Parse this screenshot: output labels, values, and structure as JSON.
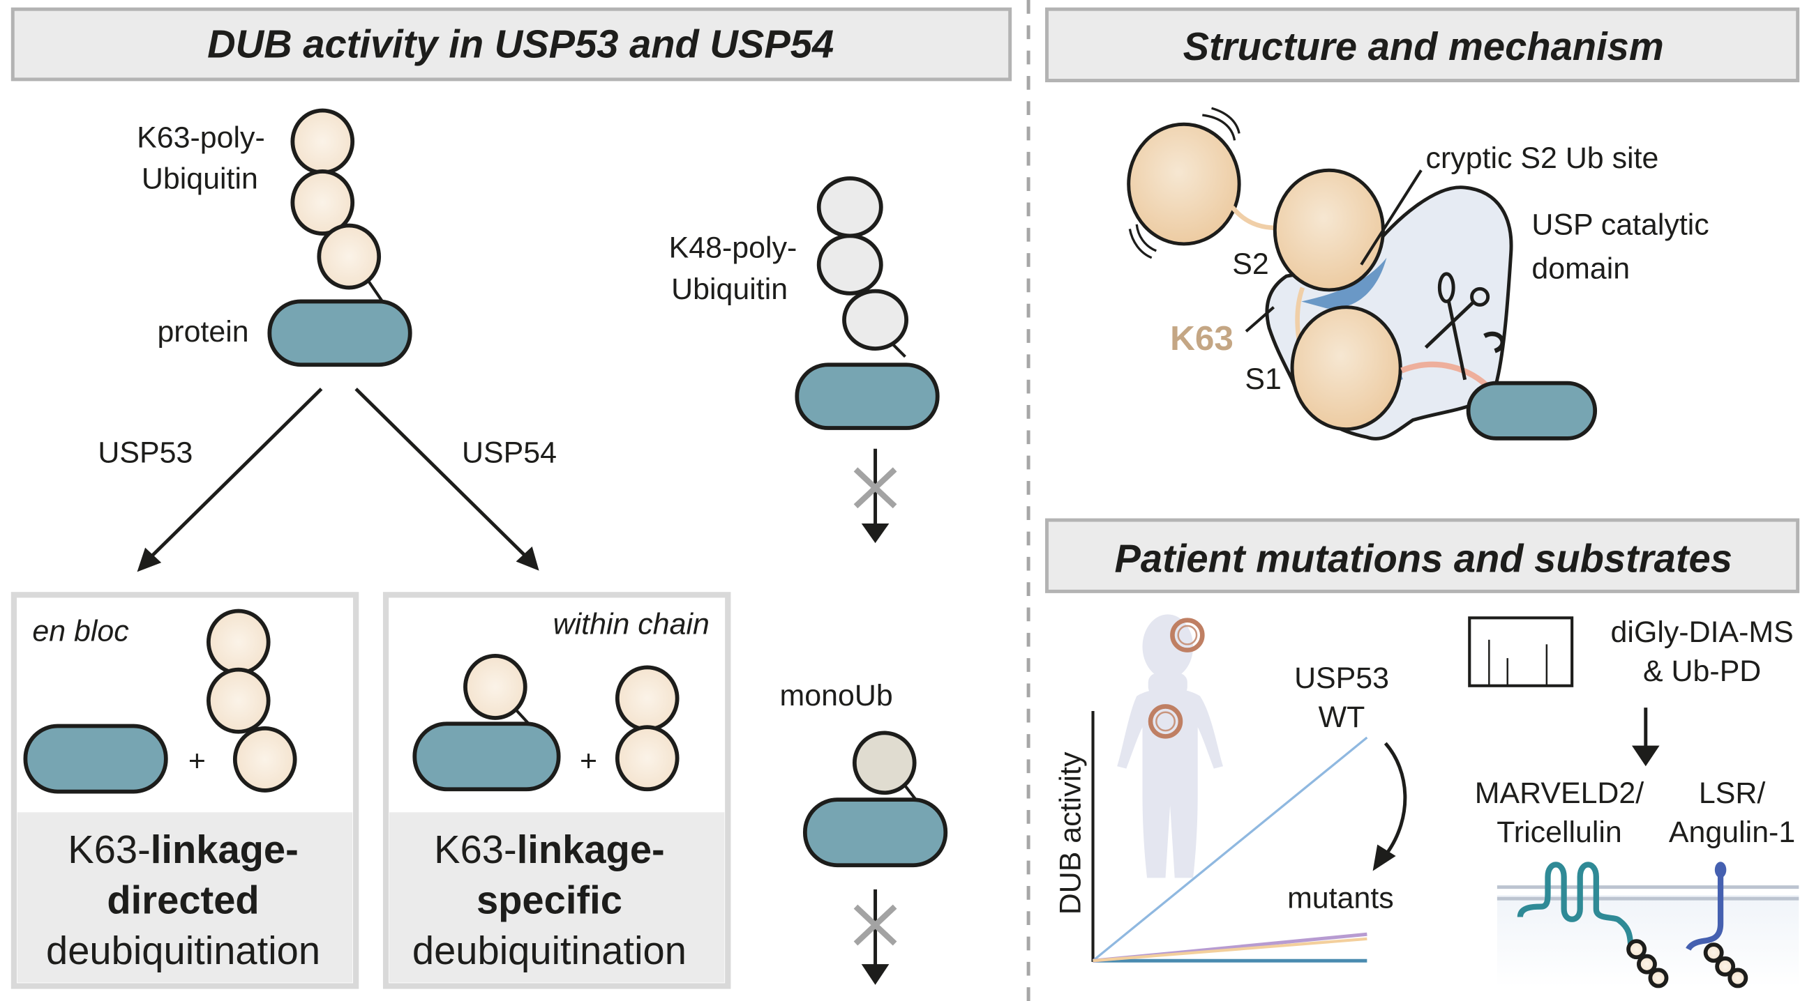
{
  "panels": {
    "dub_activity": {
      "title": "DUB activity in USP53 and USP54",
      "k63_chain_label_line1": "K63-poly-",
      "k63_chain_label_line2": "Ubiquitin",
      "protein_label": "protein",
      "usp53_label": "USP53",
      "usp54_label": "USP54",
      "k48_chain_label_line1": "K48-poly-",
      "k48_chain_label_line2": "Ubiquitin",
      "mono_ub_label": "monoUb",
      "result_boxes": [
        {
          "mode_label": "en bloc",
          "plus": "+",
          "line1_prefix": "K63-",
          "line1_bold": "linkage-",
          "line2_bold": "directed",
          "line3": "deubiquitination"
        },
        {
          "mode_label": "within chain",
          "plus": "+",
          "line1_prefix": "K63-",
          "line1_bold": "linkage-",
          "line2_bold": "specific",
          "line3": "deubiquitination"
        }
      ]
    },
    "structure": {
      "title": "Structure and mechanism",
      "cryptic_site_label": "cryptic S2 Ub site",
      "catalytic_domain_line1": "USP catalytic",
      "catalytic_domain_line2": "domain",
      "s2_label": "S2",
      "s1_label": "S1",
      "k63_label": "K63"
    },
    "patient": {
      "title": "Patient mutations and substrates",
      "wt_label_line1": "USP53",
      "wt_label_line2": "WT",
      "mutants_label": "mutants",
      "y_axis_label": "DUB activity",
      "method_line1": "diGly-DIA-MS",
      "method_line2": "& Ub-PD",
      "substrate1_line1": "MARVELD2/",
      "substrate1_line2": "Tricellulin",
      "substrate2_line1": "LSR/",
      "substrate2_line2": "Angulin-1"
    }
  },
  "colors": {
    "protein": "#77a5b2",
    "ubiquitin": "#f6e6d2",
    "k48_ubiquitin": "#ebebeb",
    "mono_ubiquitin": "#e0dcd0",
    "header_bg": "#ebebeb",
    "k63_text": "#c4a684",
    "wt_line": "#8fb8e0",
    "mutant_line_1": "#b79bd1",
    "mutant_line_2": "#f3cf9c",
    "mutant_line_3": "#4a8bb0",
    "tricellulin": "#2f8a96",
    "angulin": "#4560b0"
  }
}
